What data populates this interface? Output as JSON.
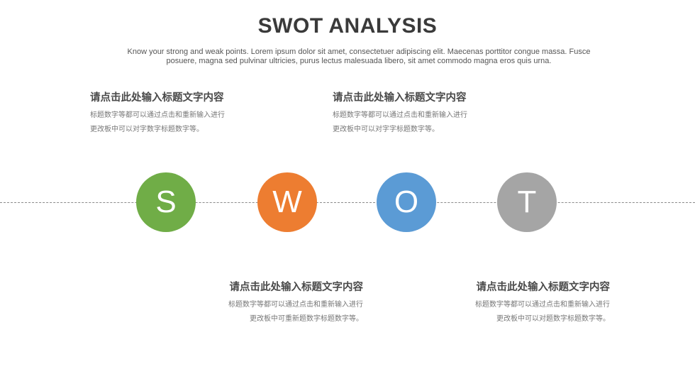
{
  "title": "SWOT ANALYSIS",
  "subtitle": {
    "line1": "Know your strong and weak points. Lorem ipsum dolor sit amet, consectetuer adipiscing elit. Maecenas porttitor congue massa. Fusce",
    "line2": "posuere, magna sed pulvinar ultricies, purus lectus malesuada libero, sit amet commodo magna eros quis urna."
  },
  "blocks": [
    {
      "heading": "请点击此处输入标题文字内容",
      "line1": "标题数字等都可以通过点击和重新输入进行",
      "line2": "更改板中可以对字数字标题数字等。"
    },
    {
      "heading": "请点击此处输入标题文字内容",
      "line1": "标题数字等都可以通过点击和重新输入进行",
      "line2": "更改板中可以对字字标题数字等。"
    },
    {
      "heading": "请点击此处输入标题文字内容",
      "line1": "标题数字等都可以通过点击和重新输入进行",
      "line2": "更改板中可重新题数字标题数字等。"
    },
    {
      "heading": "请点击此处输入标题文字内容",
      "line1": "标题数字等都可以通过点击和重新输入进行",
      "line2": "更改板中可以对题数字标题数字等。"
    }
  ],
  "circles": [
    {
      "letter": "S",
      "color": "#70ad47"
    },
    {
      "letter": "W",
      "color": "#ed7d31"
    },
    {
      "letter": "O",
      "color": "#5b9bd5"
    },
    {
      "letter": "T",
      "color": "#a5a5a5"
    }
  ]
}
